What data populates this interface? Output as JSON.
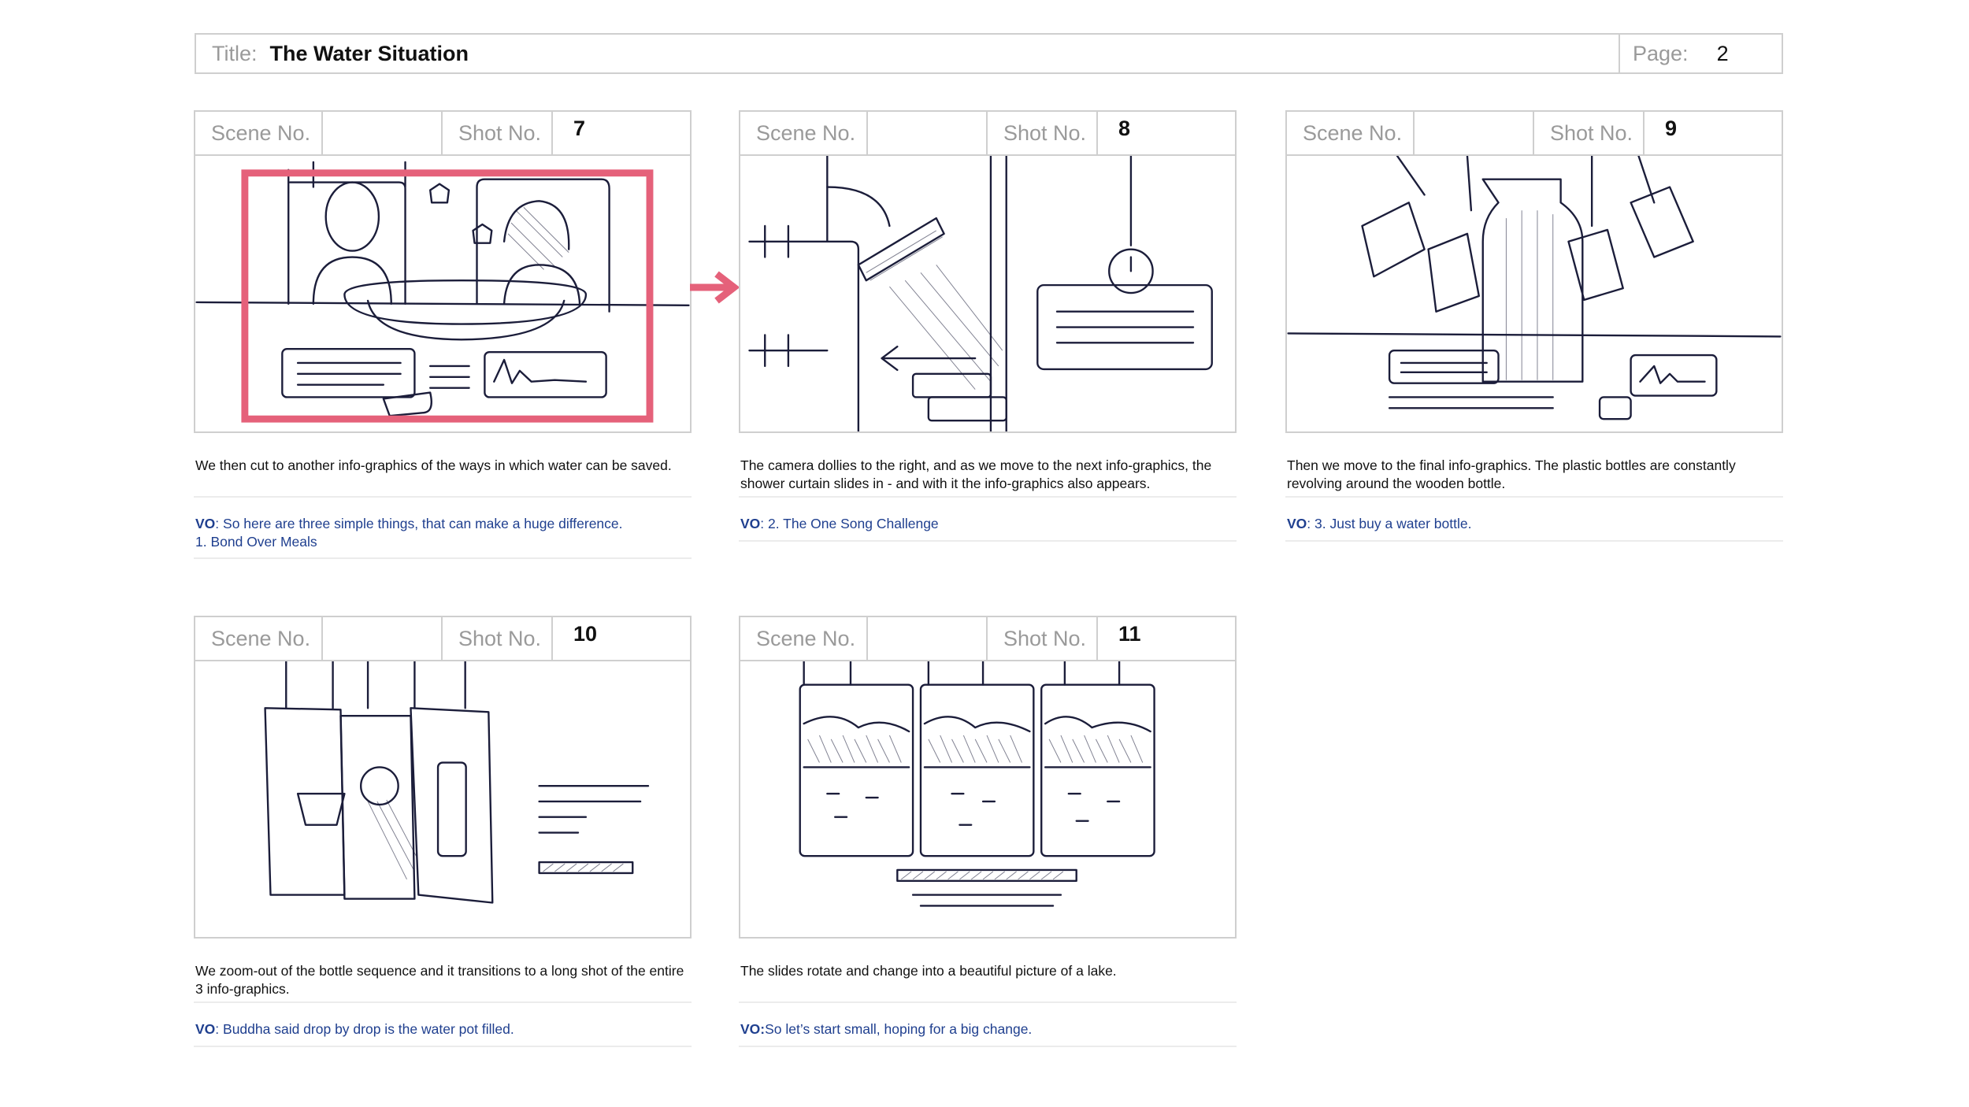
{
  "header": {
    "title_label": "Title:",
    "title_value": "The Water Situation",
    "page_label": "Page:",
    "page_value": "2"
  },
  "labels": {
    "scene": "Scene No.",
    "shot": "Shot No."
  },
  "panels": [
    {
      "scene": "",
      "shot": "7",
      "description": "We then cut to another info-graphics of the ways in which water can be saved.",
      "vo_prefix": "VO",
      "vo_text": ": So here are three simple things, that can make a huge difference.",
      "vo_text2": "1. Bond Over Meals"
    },
    {
      "scene": "",
      "shot": "8",
      "description": "The camera dollies to the right, and as we move to the next info-graphics, the shower curtain slides in - and with it the info-graphics also appears.",
      "vo_prefix": "VO",
      "vo_text": ": 2. The One Song Challenge",
      "vo_text2": ""
    },
    {
      "scene": "",
      "shot": "9",
      "description": "Then we move to the final info-graphics. The plastic bottles are constantly revolving around the wooden bottle.",
      "vo_prefix": "VO",
      "vo_text": ": 3. Just buy a water bottle.",
      "vo_text2": ""
    },
    {
      "scene": "",
      "shot": "10",
      "description": "We zoom-out of the bottle sequence and it transitions to a long shot of the entire 3 info-graphics.",
      "vo_prefix": "VO",
      "vo_text": ": Buddha said drop by drop is the water pot filled.",
      "vo_text2": ""
    },
    {
      "scene": "",
      "shot": "11",
      "description": "The slides rotate and change into a beautiful picture of a lake.",
      "vo_prefix": "VO:",
      "vo_text": "So let’s start small, hoping for a big change.",
      "vo_text2": ""
    }
  ],
  "colors": {
    "highlight": "#e5617a",
    "vo": "#1f3f8f",
    "border": "#cfcfcf"
  }
}
